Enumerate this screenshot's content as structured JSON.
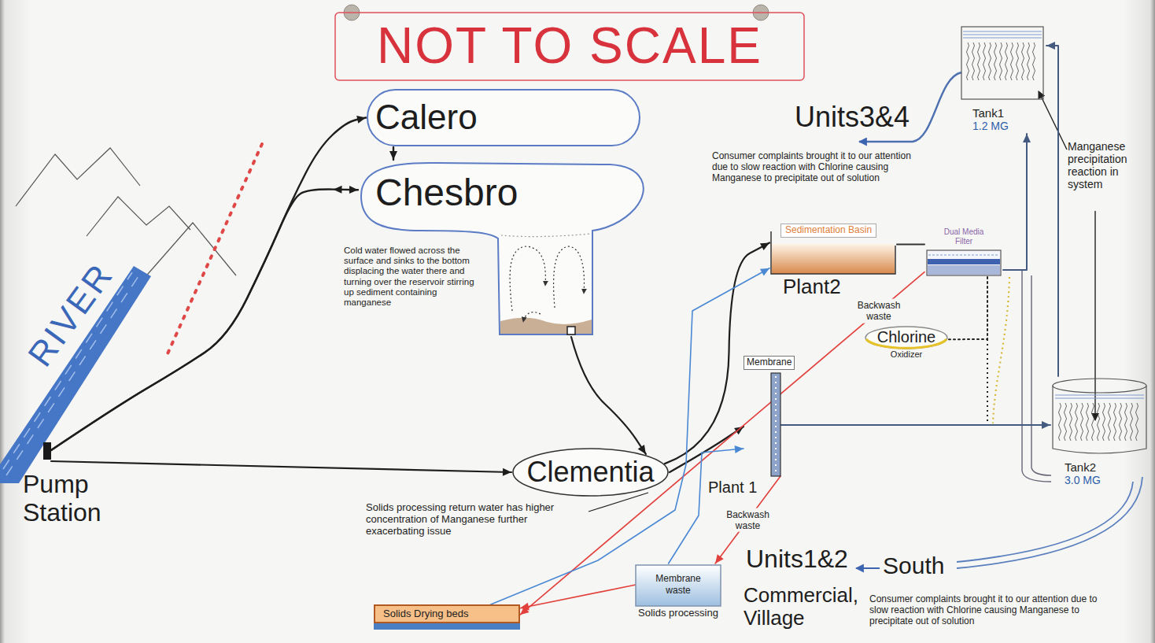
{
  "diagram": {
    "nodes": [
      {
        "text": [
          "NOT TO SCALE"
        ]
      },
      {
        "text": [
          "Calero"
        ]
      },
      {
        "text": [
          "Tank1",
          "1.2 MG"
        ]
      },
      {
        "text": [
          "Chesbro"
        ]
      },
      {
        "text": [
          "Sedimentation Basin"
        ]
      },
      {
        "text": [
          "Dual Media Filter"
        ]
      },
      {
        "text": [
          "Chlorine",
          "Oxidizer"
        ]
      },
      {
        "text": [
          "Membrane"
        ]
      },
      {
        "text": [
          "Tank2",
          "3.0 MG"
        ]
      },
      {
        "text": [
          "Pump Station"
        ]
      },
      {
        "text": [
          "Clementia"
        ]
      },
      {
        "text": [
          "Membrane waste",
          "Solids processing"
        ]
      },
      {
        "text": [
          "Solids Drying beds"
        ]
      }
    ],
    "edges": [
      {
        "from": 9,
        "to": 1,
        "arrow": "to"
      },
      {
        "from": 1,
        "to": 3,
        "arrow": "to"
      },
      {
        "from": 9,
        "to": 3,
        "arrow": "both"
      },
      {
        "from": 9,
        "to": 10,
        "arrow": "to"
      },
      {
        "from": 3,
        "to": 10,
        "arrow": "to"
      },
      {
        "from": 10,
        "to": 7,
        "arrow": "to"
      },
      {
        "from": 10,
        "to": 4,
        "arrow": "to"
      },
      {
        "from": 4,
        "to": 5,
        "arrow": "none"
      },
      {
        "from": 5,
        "to": 2,
        "arrow": "to"
      },
      {
        "from": 6,
        "to": 5,
        "arrow": "none"
      },
      {
        "from": 7,
        "to": 8,
        "arrow": "to"
      },
      {
        "from": 8,
        "to": 2,
        "arrow": "to"
      },
      {
        "from": 5,
        "to": 12,
        "label": "Backwash waste",
        "arrow": "to"
      },
      {
        "from": 7,
        "to": 11,
        "label": "Backwash waste",
        "arrow": "to"
      },
      {
        "from": 11,
        "to": 12,
        "arrow": "to"
      },
      {
        "from": 12,
        "to": 4,
        "arrow": "to"
      },
      {
        "from": 11,
        "to": 7,
        "arrow": "to"
      }
    ],
    "labels": [
      "RIVER",
      "Units3&4",
      "Consumer complaints brought it to our attention due to slow reaction with Chlorine causing Manganese to precipitate out of solution",
      "Manganese precipitation reaction in system",
      "Cold water flowed across the surface and sinks to the bottom displacing the water there and turning over the reservoir stirring up sediment containing manganese",
      "Plant2",
      "Plant 1",
      "Solids processing return water has higher concentration of Manganese further exacerbating issue",
      "Units1&2",
      "South",
      "Commercial, Village",
      "Consumer complaints brought it to our attention due to slow reaction with Chlorine causing Manganese to precipitate out of solution"
    ]
  }
}
